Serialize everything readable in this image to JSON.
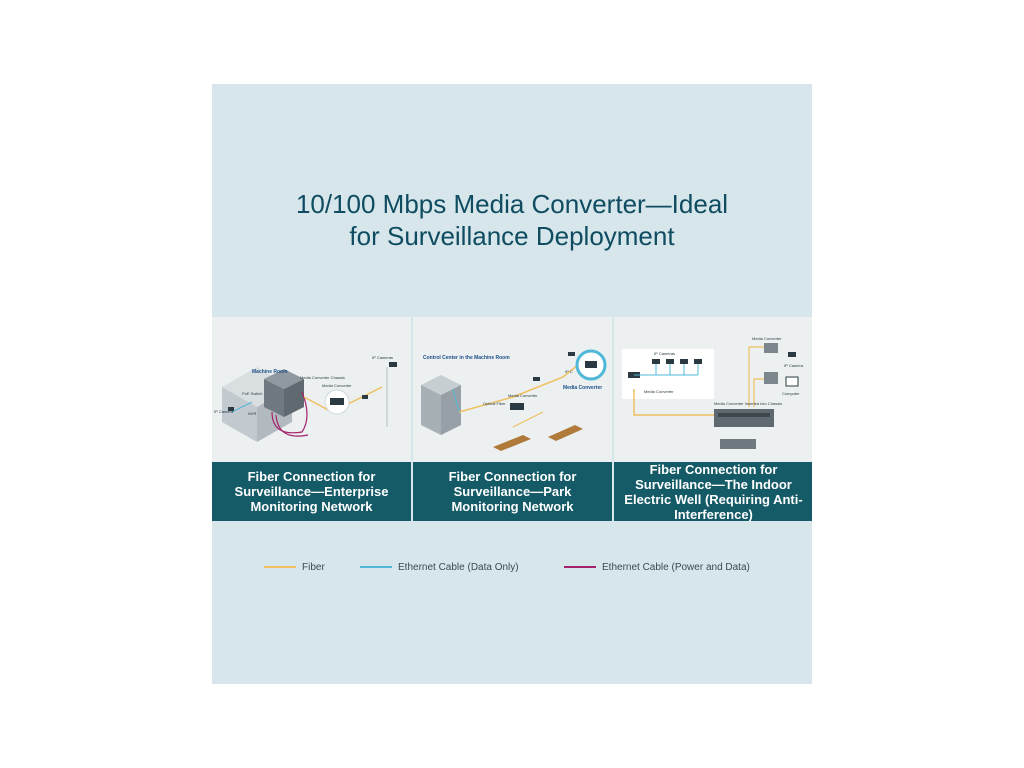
{
  "header": {
    "title_line1": "10/100 Mbps Media Converter—Ideal",
    "title_line2": "for Surveillance Deployment"
  },
  "panels": [
    {
      "caption": "Fiber Connection for Surveillance—Enterprise Monitoring Network",
      "labels": [
        "Machine Room",
        "Media Converter Chassis",
        "PoE Switch",
        "NVR",
        "Media Converter",
        "IP Cameras",
        "IP Camera"
      ]
    },
    {
      "caption": "Fiber Connection for Surveillance—Park Monitoring Network",
      "labels": [
        "Control Center in the Machine Room",
        "Optical Fiber",
        "Media Converter",
        "IP C",
        "Media Converter"
      ]
    },
    {
      "caption": "Fiber Connection for Surveillance—The Indoor Electric Well (Requiring Anti-Interference)",
      "labels": [
        "IP Cameras",
        "Media Converter",
        "Media Converter",
        "IP Camera",
        "Computer",
        "Media Converter Inserted into Chassis"
      ]
    }
  ],
  "legend": [
    {
      "label": "Fiber",
      "color": "#f0c060"
    },
    {
      "label": "Ethernet Cable (Data Only)",
      "color": "#4fb8d8"
    },
    {
      "label": "Ethernet Cable (Power and Data)",
      "color": "#a3226a"
    }
  ]
}
